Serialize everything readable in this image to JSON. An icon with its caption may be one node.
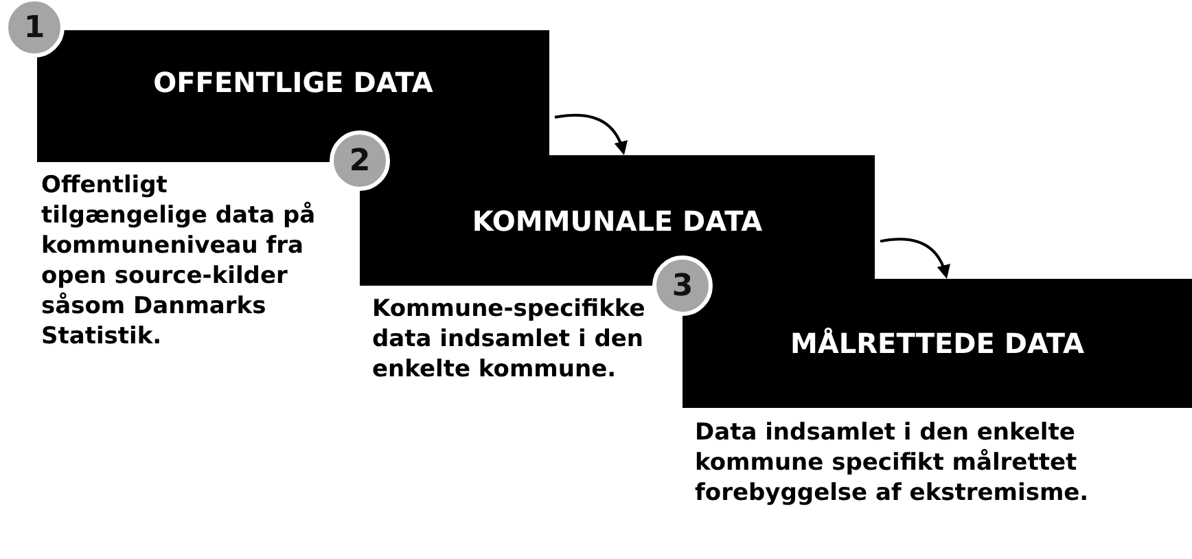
{
  "diagram": {
    "nodes": [
      {
        "text": [
          "1"
        ]
      },
      {
        "text": [
          "OFFENTLIGE DATA"
        ],
        "beside": [
          "Offentligt tilgængelige data på kommuneniveau fra open source-kilder såsom Danmarks Statistik."
        ]
      },
      {
        "text": [
          "2"
        ]
      },
      {
        "text": [
          "KOMMUNALE DATA"
        ],
        "beside": [
          "Kommune-specifikke data indsamlet i den enkelte kommune."
        ]
      },
      {
        "text": [
          "3"
        ]
      },
      {
        "text": [
          "MÅLRETTEDE DATA"
        ],
        "beside": [
          "Data indsamlet i den enkelte kommune specifikt målrettet forebyggelse af ekstremisme."
        ]
      }
    ],
    "edges": [
      {
        "from": 1,
        "to": 3,
        "arrow": "to"
      },
      {
        "from": 3,
        "to": 5,
        "arrow": "to"
      }
    ]
  }
}
